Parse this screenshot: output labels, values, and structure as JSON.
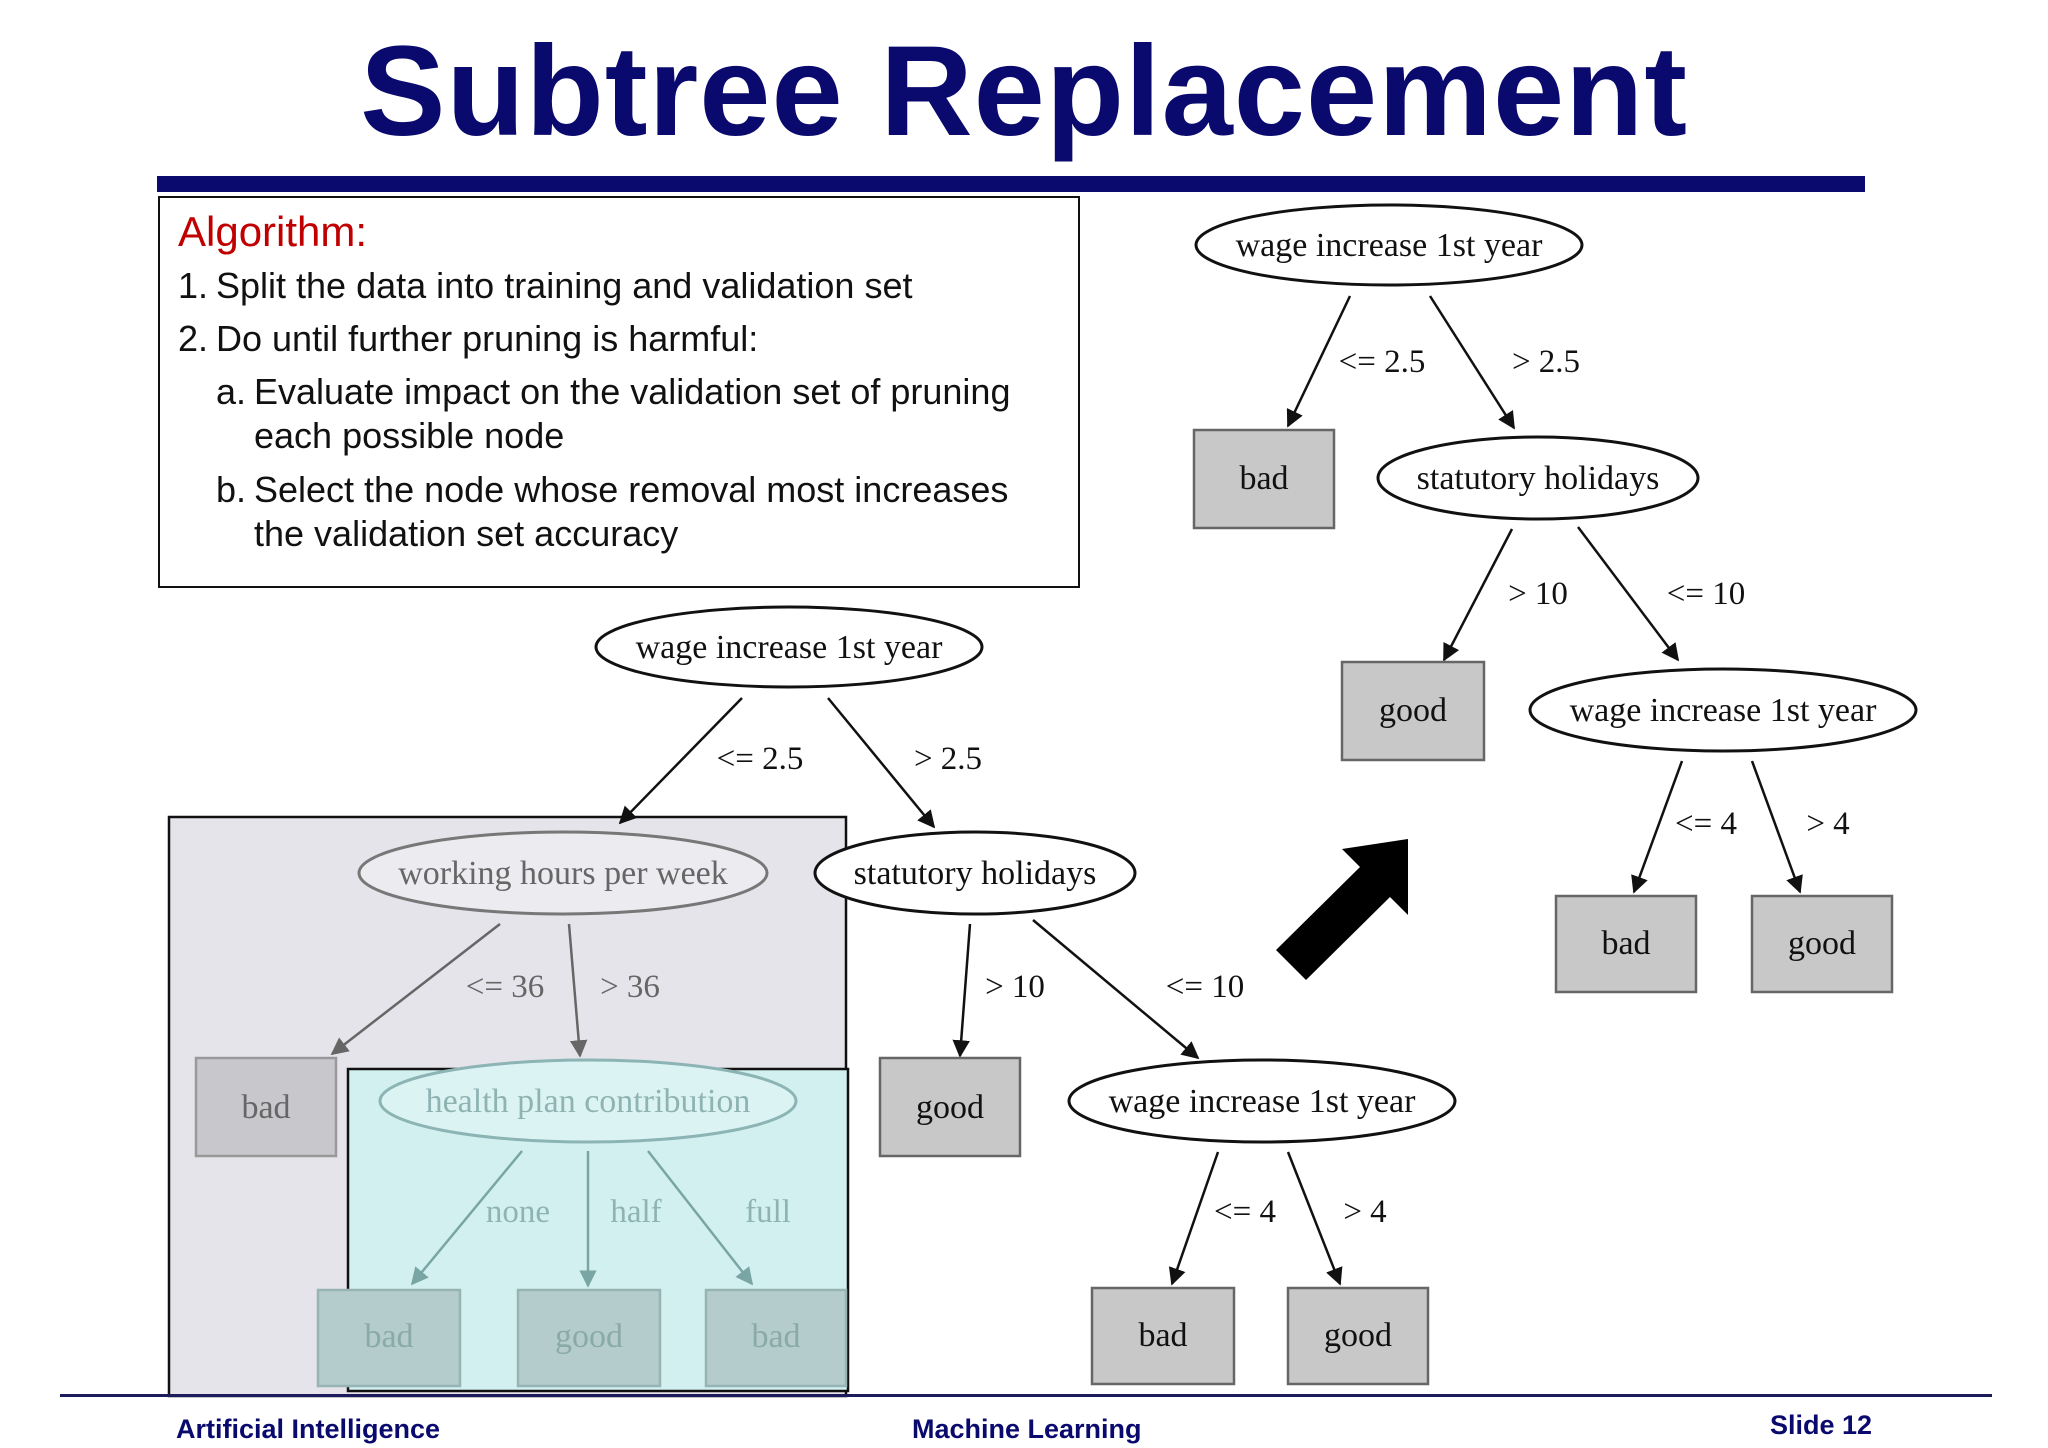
{
  "title": "Subtree Replacement",
  "algorithm": {
    "heading": "Algorithm:",
    "steps": [
      {
        "num": "1.",
        "lines": [
          "Split the data into training and validation set"
        ]
      },
      {
        "num": "2.",
        "lines": [
          "Do until further pruning is harmful:"
        ]
      },
      {
        "num": "a.",
        "lines": [
          "Evaluate impact on the validation set of pruning",
          "each possible node"
        ]
      },
      {
        "num": "b.",
        "lines": [
          "Select the node whose removal most increases",
          "the validation set accuracy"
        ]
      }
    ]
  },
  "left_tree": {
    "root": "wage increase 1st year",
    "root_edges": [
      "<= 2.5",
      "> 2.5"
    ],
    "working_hours": "working hours per week",
    "working_hours_edges": [
      "<= 36",
      "> 36"
    ],
    "bad_leaf": "bad",
    "health_plan": "health plan contribution",
    "health_plan_edges": [
      "none",
      "half",
      "full"
    ],
    "health_plan_leaves": [
      "bad",
      "good",
      "bad"
    ],
    "statutory": "statutory holidays",
    "statutory_edges": [
      "> 10",
      "<= 10"
    ],
    "good_leaf": "good",
    "wage2": "wage increase 1st year",
    "wage2_edges": [
      "<= 4",
      "> 4"
    ],
    "wage2_leaves": [
      "bad",
      "good"
    ]
  },
  "right_tree": {
    "root": "wage increase 1st year",
    "root_edges": [
      "<= 2.5",
      "> 2.5"
    ],
    "bad_leaf": "bad",
    "statutory": "statutory holidays",
    "statutory_edges": [
      "> 10",
      "<= 10"
    ],
    "good_leaf": "good",
    "wage2": "wage increase 1st year",
    "wage2_edges": [
      "<= 4",
      "> 4"
    ],
    "wage2_leaves": [
      "bad",
      "good"
    ]
  },
  "colors": {
    "title": "#0a0a6e",
    "algorithm_heading": "#c00000",
    "leaf_fill": "#c8c8c8",
    "pruned_region": "#e4e4ea",
    "highlight_region": "#d2f0f0"
  },
  "footer": {
    "left": "Artificial Intelligence",
    "center": "Machine Learning",
    "right": "Slide 12"
  }
}
